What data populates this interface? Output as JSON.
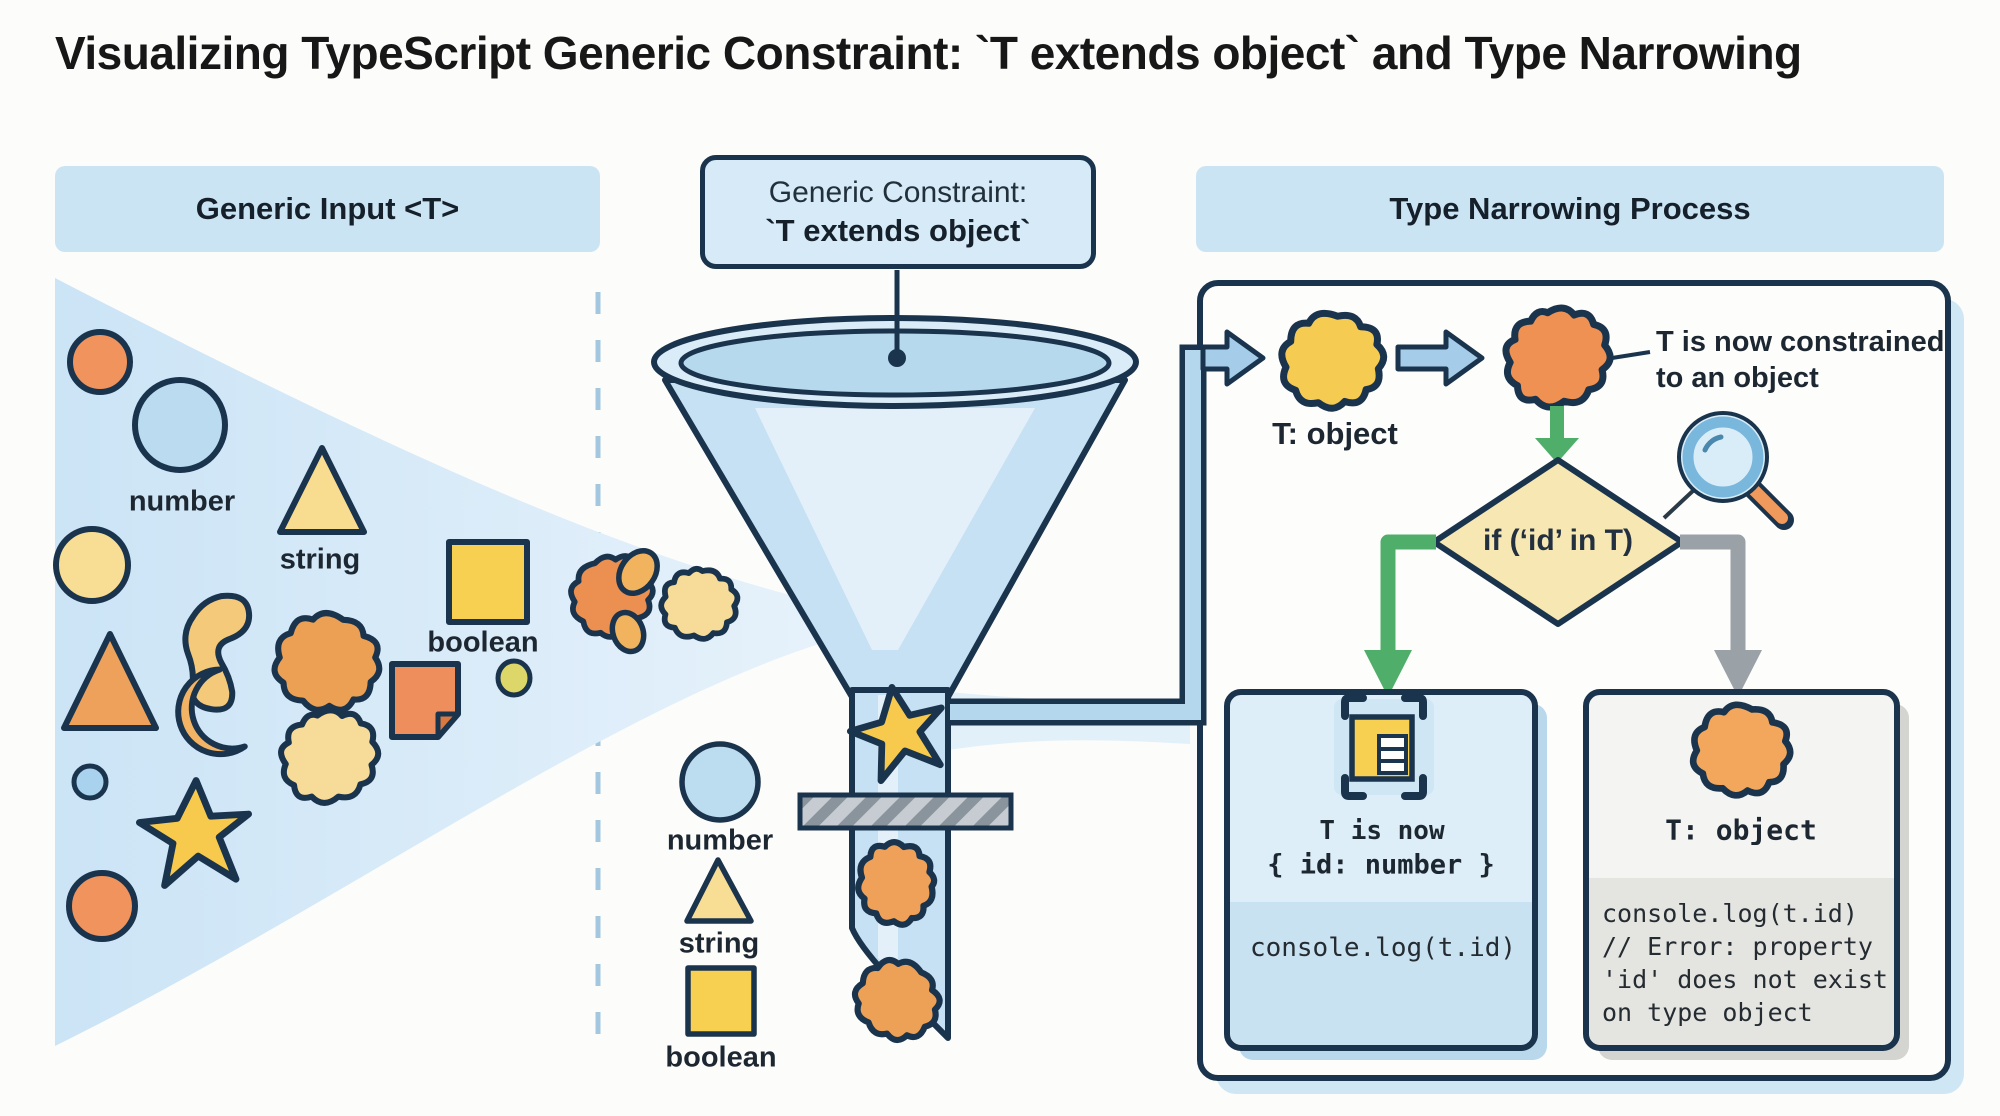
{
  "title": {
    "prefix": "Visualizing TypeScript Generic Constraint: ",
    "highlight": "`T extends object`",
    "suffix": " and Type Narrowing"
  },
  "input_panel": {
    "header": "Generic Input <T>",
    "labels": {
      "number": "number",
      "string": "string",
      "boolean": "boolean"
    }
  },
  "constraint": {
    "header_line1": "Generic Constraint:",
    "header_line2": "`T extends object`",
    "legend": {
      "number": "number",
      "string": "string",
      "boolean": "boolean"
    }
  },
  "narrowing_panel": {
    "header": "Type Narrowing Process",
    "input_type_label": "T: object",
    "note_line1": "T is now constrained",
    "note_line2": "to an object",
    "condition": "if (‘id’ in T)",
    "true_branch": {
      "state_line1": "T is now",
      "state_line2": "{ id: number }",
      "code": "console.log(t.id)"
    },
    "false_branch": {
      "state": "T: object",
      "code_lines": [
        "console.log(t.id)",
        "// Error: property",
        "'id' does not exist",
        "on type object"
      ]
    }
  },
  "icons": {
    "magnifier": "magnifier-icon",
    "funnel": "funnel-icon",
    "object_preview": "object-structure-icon"
  },
  "colors": {
    "navy": "#1b344d",
    "panel_blue": "#cbe4f4",
    "green": "#4fae6a",
    "gray": "#9aa1a7",
    "orange": "#efa159",
    "yellow": "#f7d052",
    "light_blue": "#cde6f6"
  }
}
